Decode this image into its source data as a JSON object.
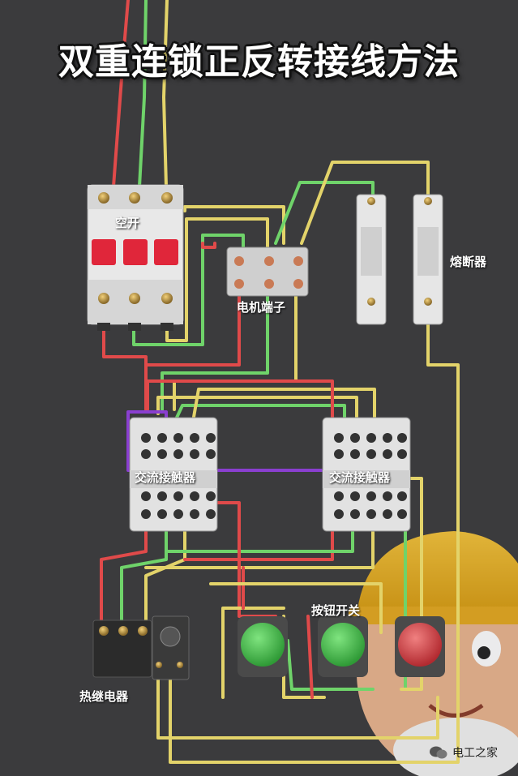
{
  "title": "双重连锁正反转接线方法",
  "labels": {
    "breaker": "空开",
    "fuse": "熔断器",
    "motor_terminal": "电机端子",
    "contactor_left": "交流接触器",
    "contactor_right": "交流接触器",
    "thermal_relay": "热继电器",
    "push_button": "按钮开关"
  },
  "watermark": "电工之家",
  "colors": {
    "background": "#3b3b3d",
    "wire_red": "#e04a4a",
    "wire_green": "#6fd36a",
    "wire_yellow": "#e3d36a",
    "wire_purple": "#8a3fd0",
    "button_green": "#4cc450",
    "button_red": "#d6474a",
    "device_body": "#e4e4e4",
    "breaker_handle": "#e0263a"
  }
}
